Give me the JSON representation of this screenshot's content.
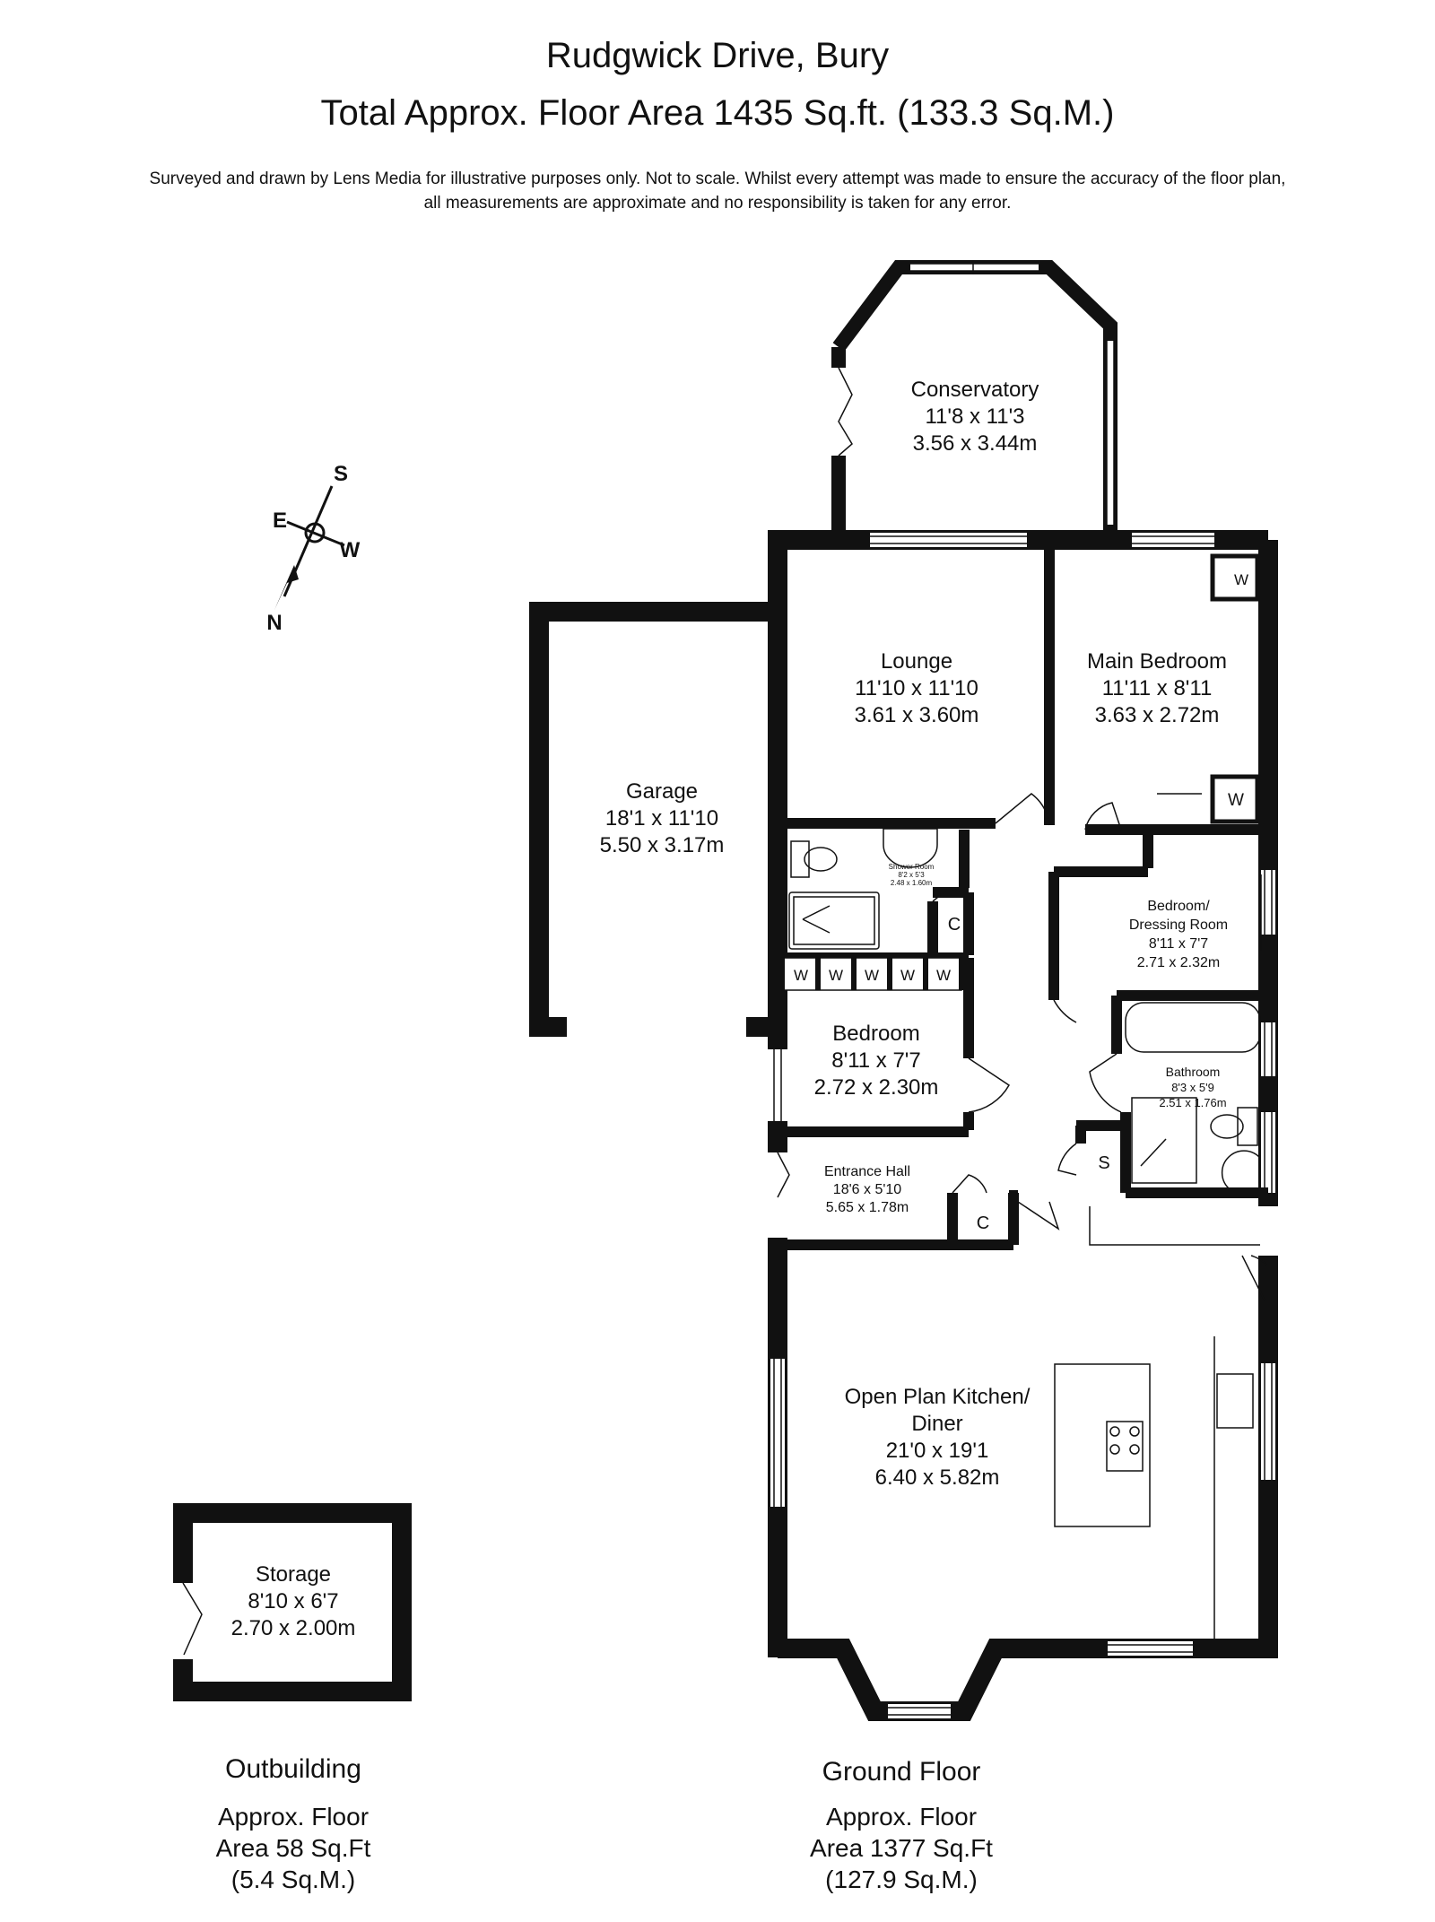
{
  "header": {
    "address": "Rudgwick Drive, Bury",
    "total_area": "Total Approx. Floor Area 1435 Sq.ft. (133.3 Sq.M.)",
    "disclaimer_line1": "Surveyed and drawn by Lens Media for illustrative purposes only. Not to scale. Whilst every attempt was made to ensure the accuracy of the floor plan,",
    "disclaimer_line2": "all measurements are approximate and no responsibility is taken for any error."
  },
  "compass": {
    "s": "S",
    "e": "E",
    "w": "W",
    "n": "N"
  },
  "rooms": {
    "conservatory": {
      "name": "Conservatory",
      "imperial": "11'8 x 11'3",
      "metric": "3.56 x 3.44m"
    },
    "lounge": {
      "name": "Lounge",
      "imperial": "11'10 x 11'10",
      "metric": "3.61 x 3.60m"
    },
    "main_bedroom": {
      "name": "Main Bedroom",
      "imperial": "11'11 x 8'11",
      "metric": "3.63 x 2.72m"
    },
    "garage": {
      "name": "Garage",
      "imperial": "18'1 x 11'10",
      "metric": "5.50 x 3.17m"
    },
    "shower_room": {
      "name": "Shower Room",
      "imperial": "8'2 x 5'3",
      "metric": "2.48 x 1.60m"
    },
    "dressing_room": {
      "name_line1": "Bedroom/",
      "name_line2": "Dressing Room",
      "imperial": "8'11 x 7'7",
      "metric": "2.71 x 2.32m"
    },
    "bedroom": {
      "name": "Bedroom",
      "imperial": "8'11 x 7'7",
      "metric": "2.72 x 2.30m"
    },
    "bathroom": {
      "name": "Bathroom",
      "imperial": "8'3 x 5'9",
      "metric": "2.51 x 1.76m"
    },
    "entrance_hall": {
      "name": "Entrance Hall",
      "imperial": "18'6 x 5'10",
      "metric": "5.65 x 1.78m"
    },
    "kitchen": {
      "name_line1": "Open Plan Kitchen/",
      "name_line2": "Diner",
      "imperial": "21'0 x 19'1",
      "metric": "6.40 x 5.82m"
    },
    "storage": {
      "name": "Storage",
      "imperial": "8'10 x 6'7",
      "metric": "2.70 x 2.00m"
    }
  },
  "fixtures": {
    "wardrobe": "W",
    "cupboard": "C",
    "store": "S"
  },
  "summary": {
    "outbuilding": {
      "label": "Outbuilding",
      "line1": "Approx. Floor",
      "line2": "Area 58 Sq.Ft",
      "line3": "(5.4 Sq.M.)"
    },
    "ground_floor": {
      "label": "Ground Floor",
      "line1": "Approx. Floor",
      "line2": "Area 1377 Sq.Ft",
      "line3": "(127.9 Sq.M.)"
    }
  }
}
